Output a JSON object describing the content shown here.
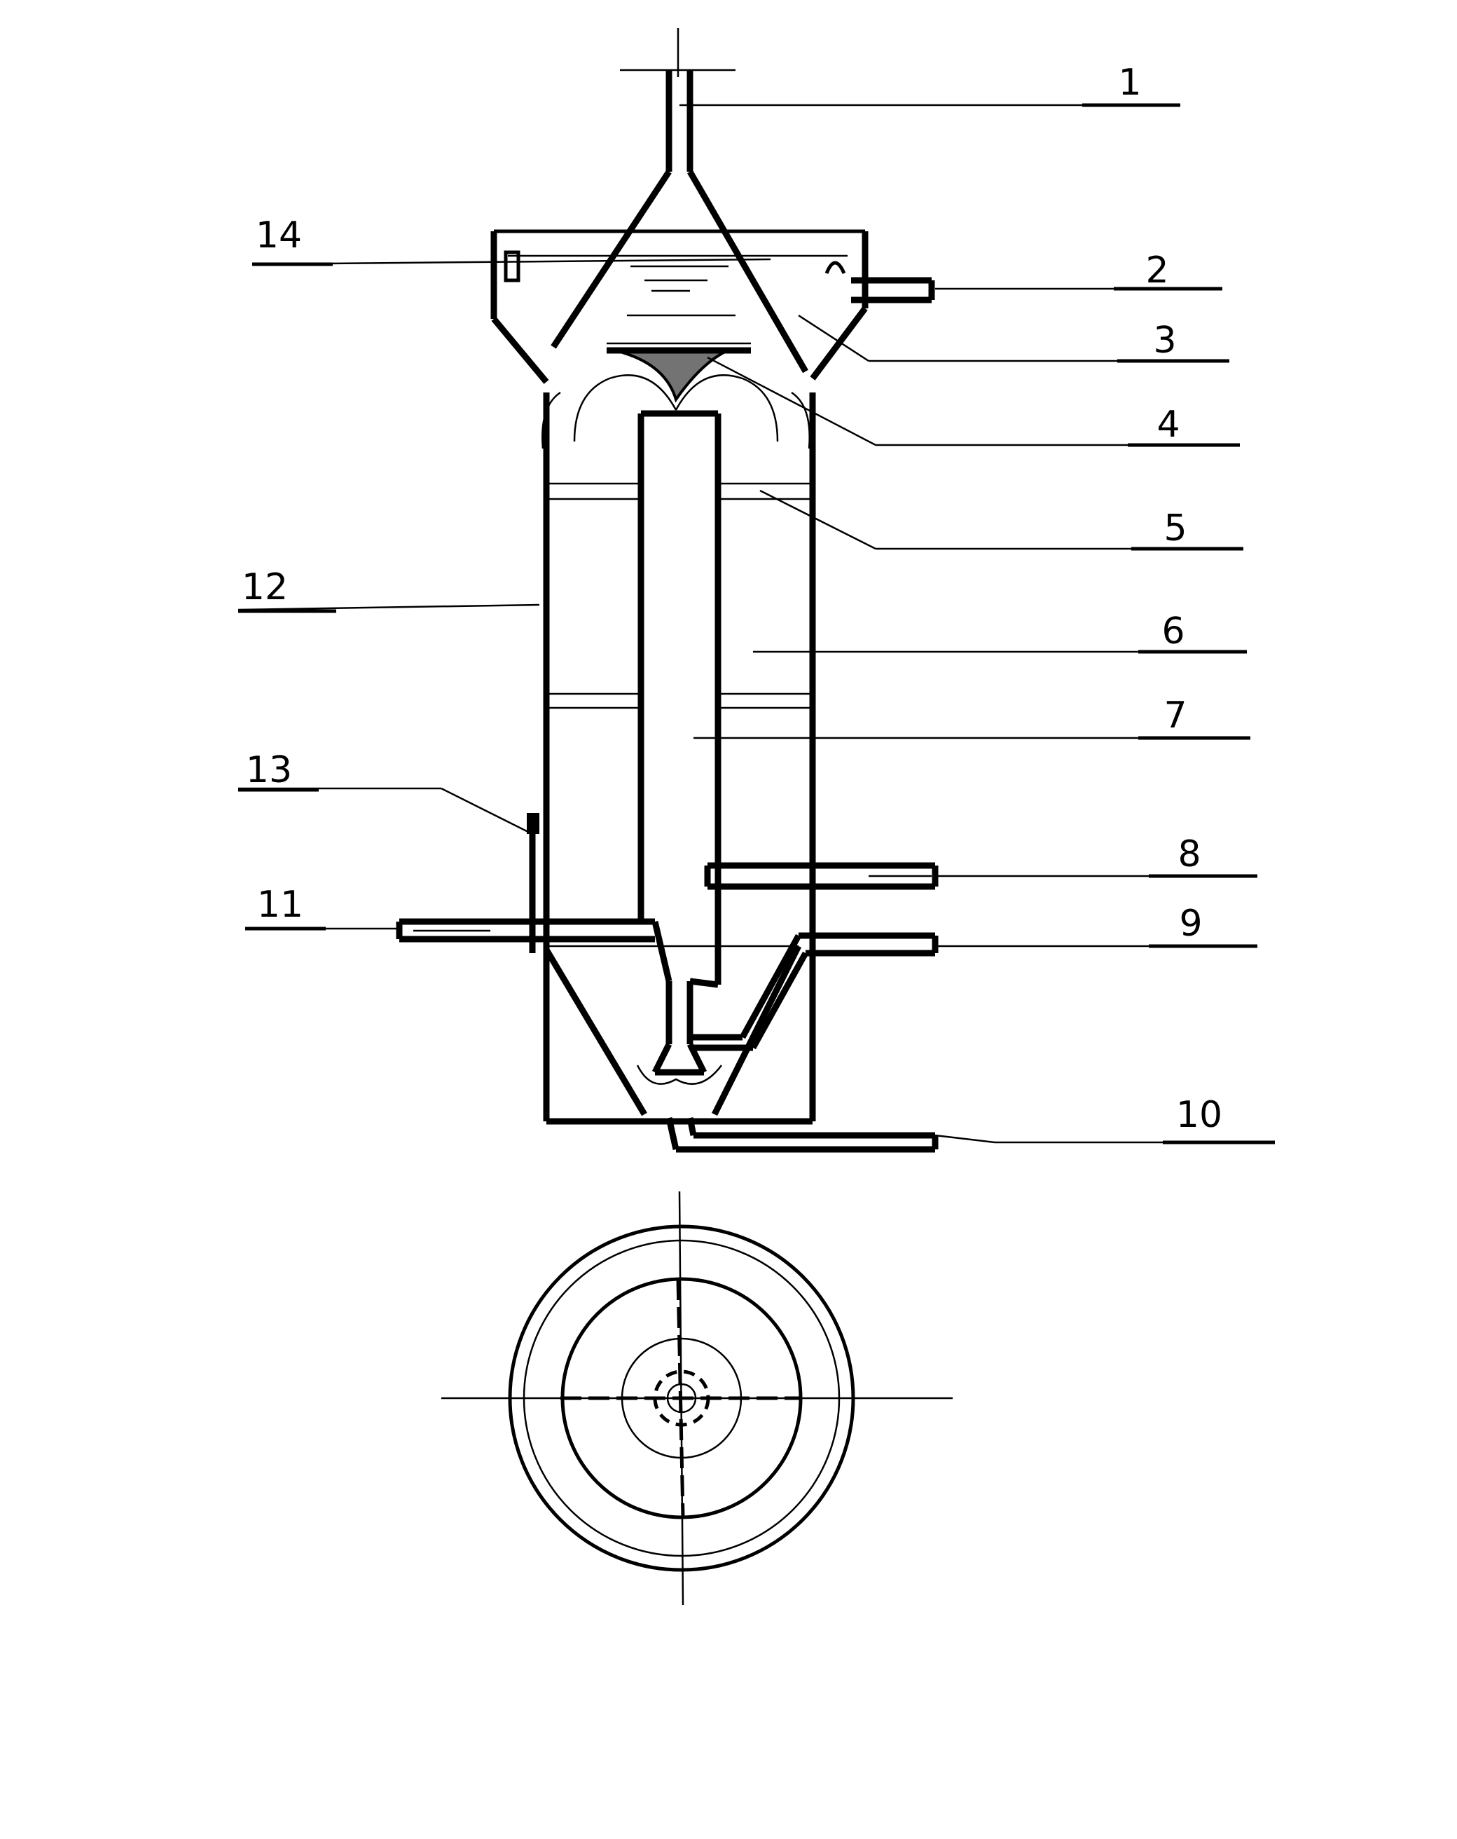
{
  "figure": {
    "callouts": [
      {
        "id": "1",
        "text": "1"
      },
      {
        "id": "2",
        "text": "2"
      },
      {
        "id": "3",
        "text": "3"
      },
      {
        "id": "4",
        "text": "4"
      },
      {
        "id": "5",
        "text": "5"
      },
      {
        "id": "6",
        "text": "6"
      },
      {
        "id": "7",
        "text": "7"
      },
      {
        "id": "8",
        "text": "8"
      },
      {
        "id": "9",
        "text": "9"
      },
      {
        "id": "10",
        "text": "10"
      },
      {
        "id": "11",
        "text": "11"
      },
      {
        "id": "12",
        "text": "12"
      },
      {
        "id": "13",
        "text": "13"
      },
      {
        "id": "14",
        "text": "14"
      }
    ]
  }
}
